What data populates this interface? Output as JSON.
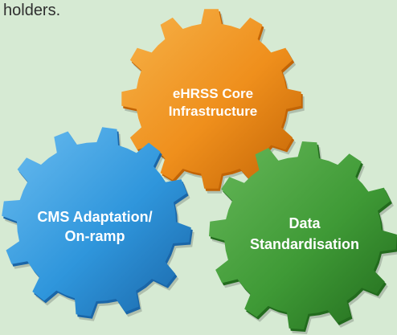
{
  "intro": {
    "text": "holders."
  },
  "gears": [
    {
      "id": "core",
      "lines": [
        "eHRSS Core",
        "Infrastructure"
      ],
      "colors": {
        "light": "#f6b34a",
        "base": "#ef8f1c",
        "dark": "#c26405"
      },
      "teeth": 12
    },
    {
      "id": "cms",
      "lines": [
        "CMS Adaptation/",
        "On-ramp"
      ],
      "colors": {
        "light": "#6cbdf0",
        "base": "#2f96dc",
        "dark": "#1a66a8"
      },
      "teeth": 12
    },
    {
      "id": "data",
      "lines": [
        "Data",
        "Standardisation"
      ],
      "colors": {
        "light": "#67b85a",
        "base": "#3f9a36",
        "dark": "#226b1d"
      },
      "teeth": 12
    }
  ]
}
